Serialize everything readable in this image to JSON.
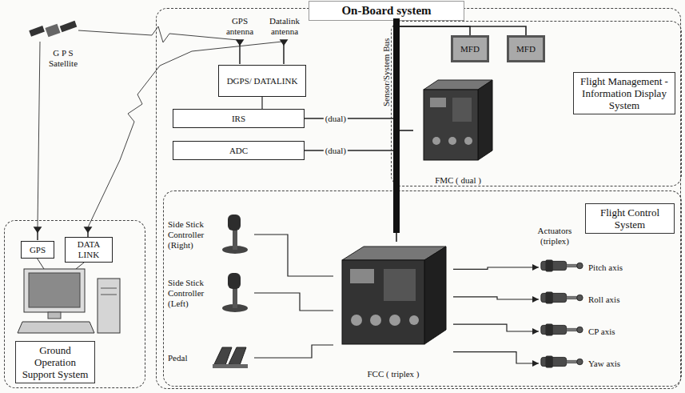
{
  "diagram": {
    "nodes": [
      {
        "text": [
          "On-Board system"
        ]
      },
      {
        "text": [
          "Ground Operation Support System"
        ]
      },
      {
        "text": [
          "GPS"
        ],
        "in": 1
      },
      {
        "text": [
          "DATA LINK"
        ],
        "in": 1
      },
      {
        "text": [
          "DGPS/ DATALINK"
        ],
        "in": 0
      },
      {
        "text": [
          "IRS"
        ],
        "in": 0
      },
      {
        "text": [
          "ADC"
        ],
        "in": 0
      },
      {
        "text": [
          "Flight Management - Information Display System"
        ],
        "in": 0
      },
      {
        "text": [
          "MFD"
        ],
        "in": 7
      },
      {
        "text": [
          "MFD"
        ],
        "in": 7
      },
      {
        "text": [
          "FMC ( dual )"
        ],
        "in": 7
      },
      {
        "text": [
          "Flight Control System"
        ],
        "in": 0
      },
      {
        "text": [
          "Side Stick Controller (Right)"
        ],
        "in": 11
      },
      {
        "text": [
          "Side Stick Controller (Left)"
        ],
        "in": 11
      },
      {
        "text": [
          "Pedal"
        ],
        "in": 11
      },
      {
        "text": [
          "FCC ( triplex )"
        ],
        "in": 11
      },
      {
        "text": [
          "Pitch axis"
        ],
        "in": 11
      },
      {
        "text": [
          "Roll axis"
        ],
        "in": 11
      },
      {
        "text": [
          "CP axis"
        ],
        "in": 11
      },
      {
        "text": [
          "Yaw axis"
        ],
        "in": 11
      },
      {
        "text": [
          "Sensor/System Bus"
        ],
        "in": 0
      }
    ],
    "edges": [
      {
        "from": 4,
        "to": 5,
        "arrow": "none"
      },
      {
        "from": 5,
        "to": 20,
        "label": "(dual)",
        "arrow": "none"
      },
      {
        "from": 6,
        "to": 20,
        "label": "(dual)",
        "arrow": "none"
      },
      {
        "from": 20,
        "to": 8,
        "arrow": "none"
      },
      {
        "from": 20,
        "to": 9,
        "arrow": "none"
      },
      {
        "from": 20,
        "to": 10,
        "arrow": "none"
      },
      {
        "from": 20,
        "to": 15,
        "arrow": "none"
      },
      {
        "from": 12,
        "to": 15,
        "arrow": "none"
      },
      {
        "from": 13,
        "to": 15,
        "arrow": "none"
      },
      {
        "from": 14,
        "to": 15,
        "arrow": "none"
      },
      {
        "from": 15,
        "to": 16,
        "arrow": "to"
      },
      {
        "from": 15,
        "to": 17,
        "arrow": "to"
      },
      {
        "from": 15,
        "to": 18,
        "arrow": "to"
      },
      {
        "from": 15,
        "to": 19,
        "arrow": "to"
      }
    ],
    "labels": [
      "G P S Satellite",
      "GPS antenna",
      "Datalink antenna",
      "Actuators (triplex)"
    ]
  }
}
